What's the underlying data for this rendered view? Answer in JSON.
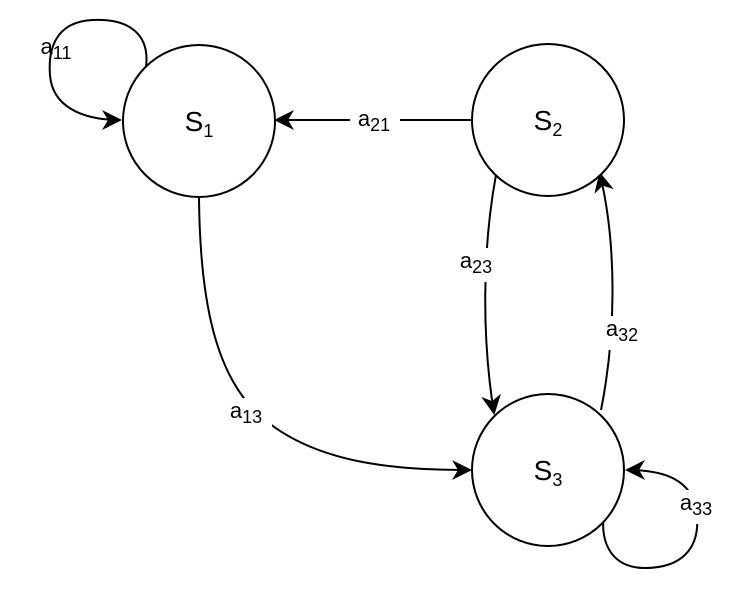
{
  "diagram": {
    "colors": {
      "stroke": "#000000",
      "fill": "#ffffff",
      "text": "#000000"
    },
    "nodes": {
      "s1": {
        "base": "S",
        "sub": "1"
      },
      "s2": {
        "base": "S",
        "sub": "2"
      },
      "s3": {
        "base": "S",
        "sub": "3"
      }
    },
    "edges": {
      "a11": {
        "base": "a",
        "sub": "11",
        "from": "s1",
        "to": "s1"
      },
      "a21": {
        "base": "a",
        "sub": "21",
        "from": "s2",
        "to": "s1"
      },
      "a13": {
        "base": "a",
        "sub": "13",
        "from": "s1",
        "to": "s3"
      },
      "a23": {
        "base": "a",
        "sub": "23",
        "from": "s2",
        "to": "s3"
      },
      "a32": {
        "base": "a",
        "sub": "32",
        "from": "s3",
        "to": "s2"
      },
      "a33": {
        "base": "a",
        "sub": "33",
        "from": "s3",
        "to": "s3"
      }
    }
  }
}
